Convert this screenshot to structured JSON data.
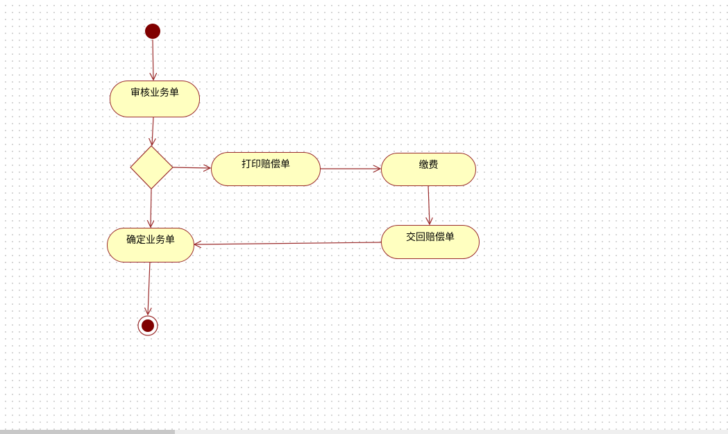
{
  "diagram": {
    "type": "activity",
    "activities": [
      {
        "id": "review",
        "label": "审核业务单"
      },
      {
        "id": "print",
        "label": "打印赔偿单"
      },
      {
        "id": "pay",
        "label": "缴费"
      },
      {
        "id": "return",
        "label": "交回赔偿单"
      },
      {
        "id": "confirm",
        "label": "确定业务单"
      }
    ],
    "colors": {
      "fill": "#ffffc0",
      "stroke": "#9a2a2a",
      "node": "#800000"
    }
  }
}
